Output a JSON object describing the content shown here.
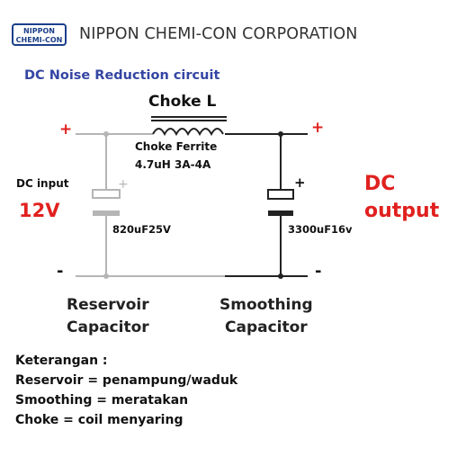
{
  "header": {
    "logo_line1": "NIPPON",
    "logo_line2": "CHEMI-CON",
    "company": "NIPPON CHEMI-CON CORPORATION"
  },
  "diagram": {
    "title": "DC Noise Reduction circuit",
    "choke_title": "Choke L",
    "choke_ferrite": "Choke Ferrite",
    "choke_spec": "4.7uH 3A-4A",
    "input_label": "DC input",
    "input_voltage": "12V",
    "output_line1": "DC",
    "output_line2": "output",
    "cap1_value": "820uF25V",
    "cap2_value": "3300uF16v",
    "plus": "+",
    "minus": "-",
    "reservoir_line1": "Reservoir",
    "reservoir_line2": "Capacitor",
    "smoothing_line1": "Smoothing",
    "smoothing_line2": "Capacitor"
  },
  "notes": {
    "title": "Keterangan :",
    "items": [
      "Reservoir = penampung/waduk",
      "Smoothing = meratakan",
      "Choke = coil menyaring"
    ]
  },
  "colors": {
    "brand_blue": "#1c3f8a",
    "title_blue": "#3445a3",
    "accent_red": "#e0211f",
    "wire_gray": "#b5b5b5"
  }
}
